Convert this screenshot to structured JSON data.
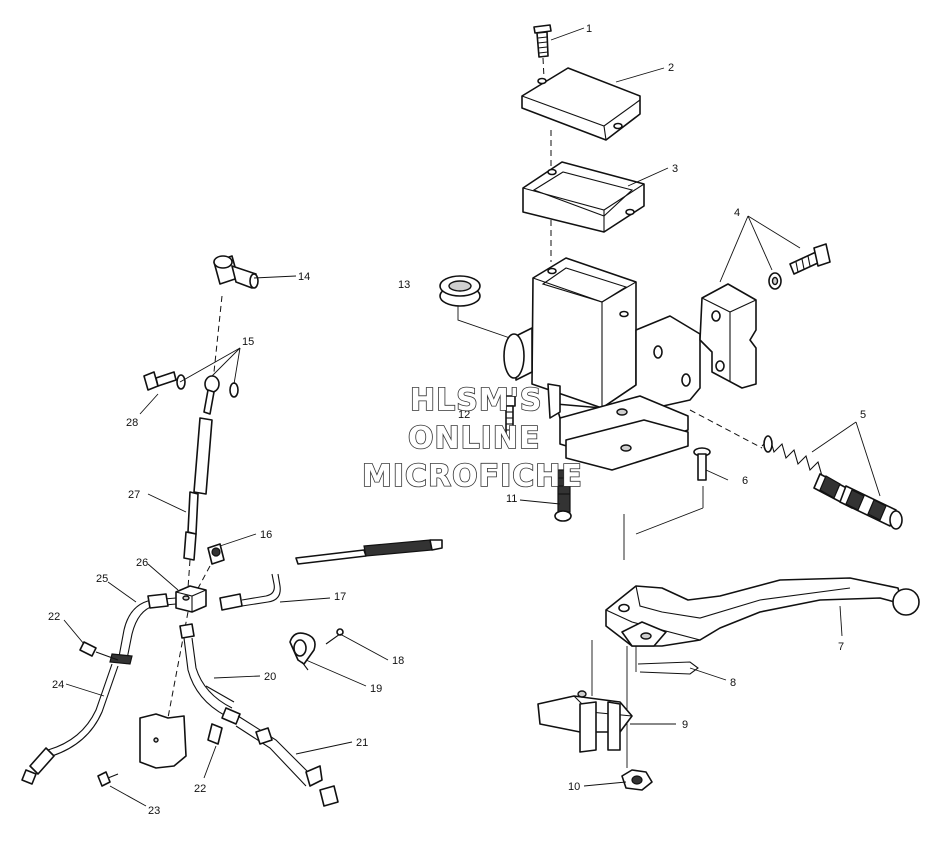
{
  "watermark": {
    "line1": "HLSM'S",
    "line2": "ONLINE",
    "line3": "MICROFICHE"
  },
  "callouts": {
    "c1": "1",
    "c2": "2",
    "c3": "3",
    "c4": "4",
    "c5": "5",
    "c6": "6",
    "c7": "7",
    "c8": "8",
    "c9": "9",
    "c10": "10",
    "c11": "11",
    "c12": "12",
    "c13": "13",
    "c14": "14",
    "c15": "15",
    "c16": "16",
    "c17": "17",
    "c18": "18",
    "c19": "19",
    "c20": "20",
    "c21": "21",
    "c22a": "22",
    "c22b": "22",
    "c23": "23",
    "c24": "24",
    "c25": "25",
    "c26": "26",
    "c27": "27",
    "c28": "28"
  },
  "icons": {
    "screw": "screw-icon",
    "cover": "reservoir-cover-icon",
    "gasket": "gasket-icon",
    "master_cylinder": "master-cylinder-icon",
    "clamp": "clamp-icon",
    "piston": "piston-spring-icon",
    "lever": "brake-lever-icon",
    "nut": "nut-icon",
    "hose": "brake-hose-icon"
  },
  "colors": {
    "line": "#111111",
    "shade": "#cfcfcf",
    "background": "#ffffff"
  }
}
